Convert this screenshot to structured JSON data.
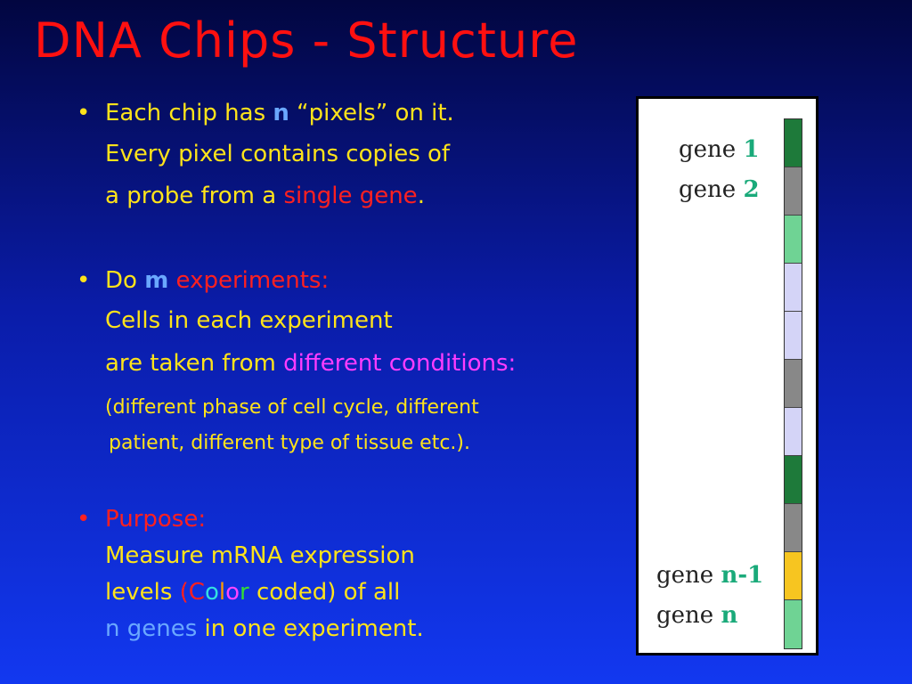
{
  "title": "DNA Chips - Structure",
  "bullets": {
    "b1": {
      "symbol": "•",
      "l1a": "Each chip has ",
      "l1n": "n",
      "l1b": " “pixels” on it.",
      "l2": "Every pixel contains copies of",
      "l3a": "a probe from a ",
      "l3b": "single gene",
      "l3c": "."
    },
    "b2": {
      "symbol": "•",
      "l1a": "Do ",
      "l1m": "m",
      "l1b": " experiments:",
      "l2": "Cells in each experiment",
      "l3a": "are taken from ",
      "l3b": "different conditions:",
      "l4": "(different phase of cell cycle, different",
      "l5": "patient, different type of tissue etc.)."
    },
    "b3": {
      "symbol": "•",
      "l1": "Purpose:",
      "l2": "Measure mRNA expression",
      "l3a": "levels ",
      "l3p1": "(",
      "l3c1": "C",
      "l3c2": "o",
      "l3c3": "l",
      "l3c4": "o",
      "l3c5": "r",
      "l3b": " coded) of all",
      "l4a": "n genes",
      "l4b": " in one experiment."
    }
  },
  "chip": {
    "cells": [
      "#1e7a3a",
      "#888888",
      "#6fd394",
      "#d4d4f7",
      "#d4d4f7",
      "#888888",
      "#d4d4f7",
      "#1e7a3a",
      "#888888",
      "#f7c520",
      "#6fd394"
    ],
    "labels": [
      {
        "word": "gene",
        "num": "1"
      },
      {
        "word": "gene",
        "num": "2"
      },
      {
        "word": "gene",
        "num": "n-1"
      },
      {
        "word": "gene",
        "num": "n"
      }
    ]
  }
}
